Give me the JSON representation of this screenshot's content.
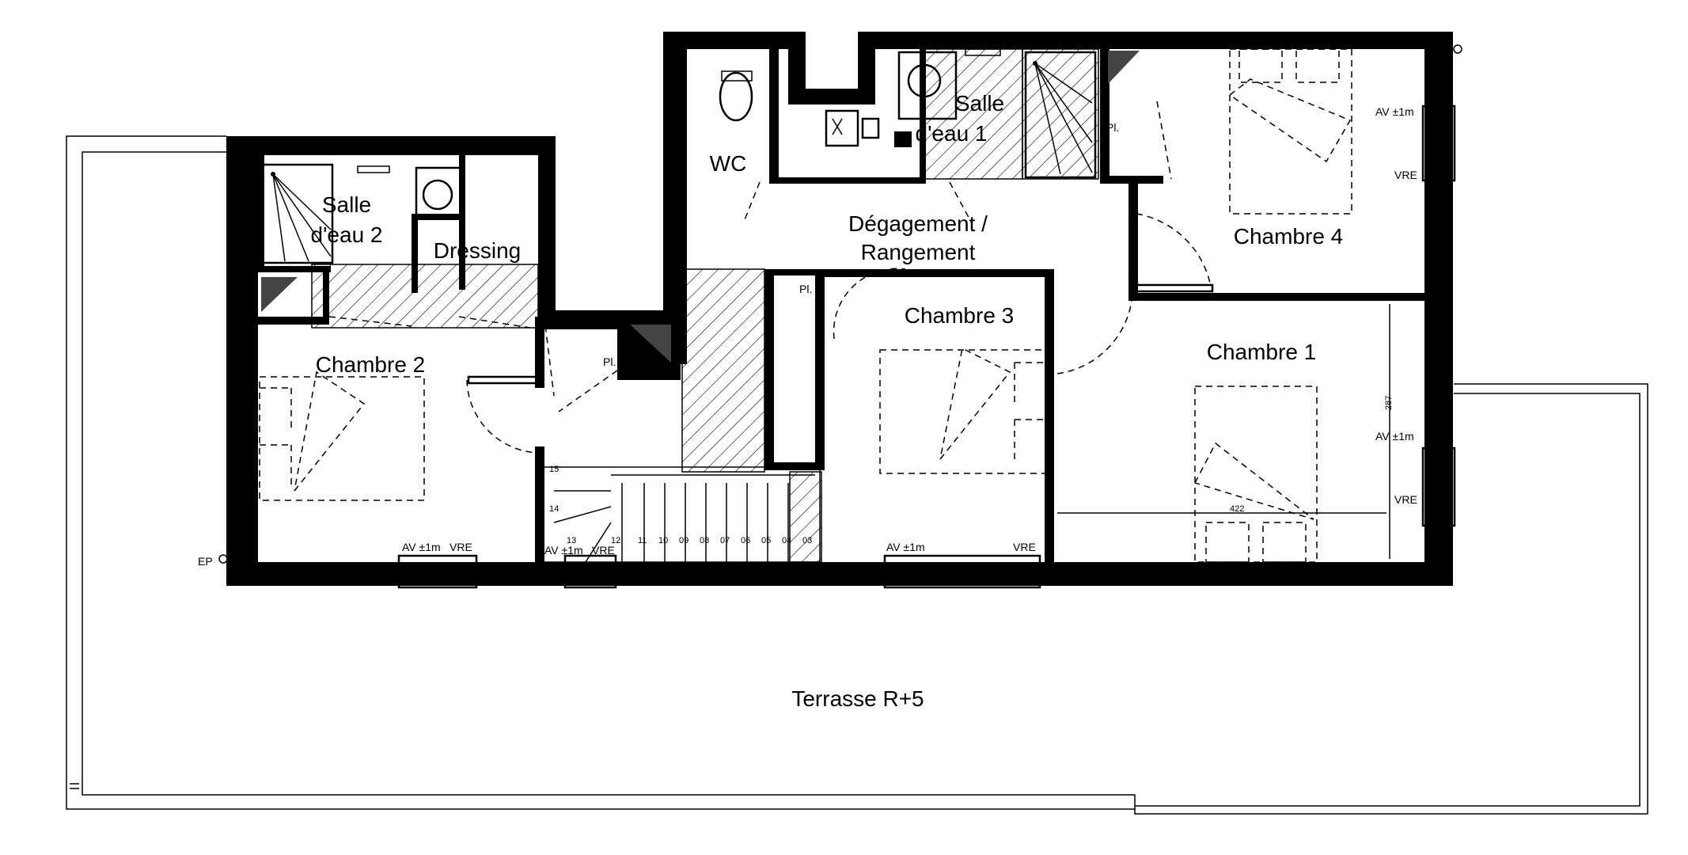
{
  "rooms": {
    "salle_eau_2": [
      "Salle",
      "d'eau 2"
    ],
    "dressing": "Dressing",
    "chambre_2": "Chambre 2",
    "wc": "WC",
    "salle_eau_1": [
      "Salle",
      "d'eau 1"
    ],
    "degagement": [
      "Dégagement /",
      "Rangement"
    ],
    "chambre_3": "Chambre 3",
    "chambre_4": "Chambre 4",
    "chambre_1": "Chambre 1",
    "terrasse": "Terrasse R+5"
  },
  "annotations": {
    "placard": "Pl.",
    "av_1m": "AV ±1m",
    "vre": "VRE",
    "ep": "EP",
    "dim_287": "287",
    "dim_422": "422"
  },
  "stairs": {
    "steps": [
      "15",
      "14",
      "13",
      "12",
      "11",
      "10",
      "09",
      "08",
      "07",
      "06",
      "05",
      "04",
      "03"
    ]
  },
  "colors": {
    "wall": "#000000",
    "background": "#ffffff",
    "shaft": "#444444"
  }
}
